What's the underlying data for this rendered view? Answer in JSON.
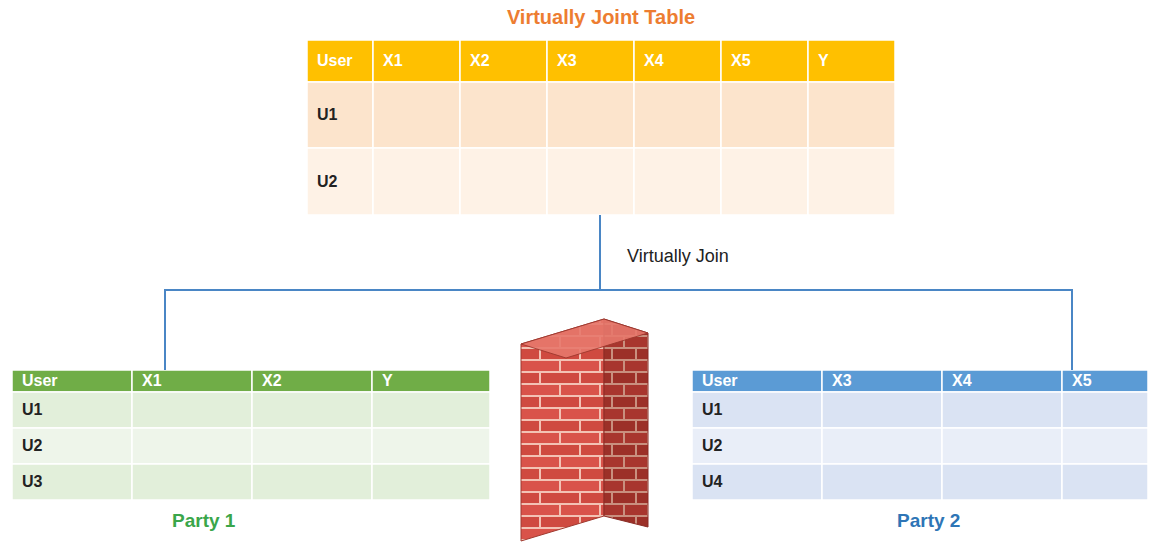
{
  "diagram": {
    "nodes": [
      {
        "text": [
          "Virtually Joint Table"
        ]
      },
      {
        "text": [
          "Party 1"
        ]
      },
      {
        "text": [
          "Party 2"
        ]
      }
    ],
    "edges": [
      {
        "from": 0,
        "to": 1,
        "arrow": "none",
        "label": "Virtually Join"
      },
      {
        "from": 0,
        "to": 2,
        "arrow": "none"
      }
    ],
    "labels": [
      "User",
      "X1",
      "X2",
      "X3",
      "X4",
      "X5",
      "Y",
      "U1",
      "U2",
      "User",
      "X1",
      "X2",
      "Y",
      "U1",
      "U2",
      "U3",
      "User",
      "X3",
      "X4",
      "X5",
      "U1",
      "U2",
      "U4"
    ]
  }
}
